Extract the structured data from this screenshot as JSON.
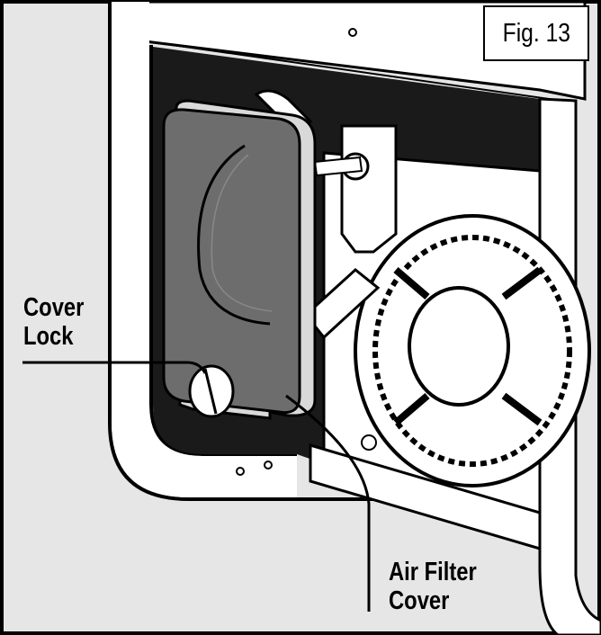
{
  "figure": {
    "label": "Fig. 13"
  },
  "callouts": {
    "cover_lock": {
      "line1": "Cover",
      "line2": "Lock"
    },
    "air_filter_cover": {
      "line1": "Air Filter",
      "line2": "Cover"
    }
  },
  "colors": {
    "background": "#e6e6e6",
    "cover": "#6d6d6d",
    "line": "#000000",
    "panel": "#ffffff"
  }
}
